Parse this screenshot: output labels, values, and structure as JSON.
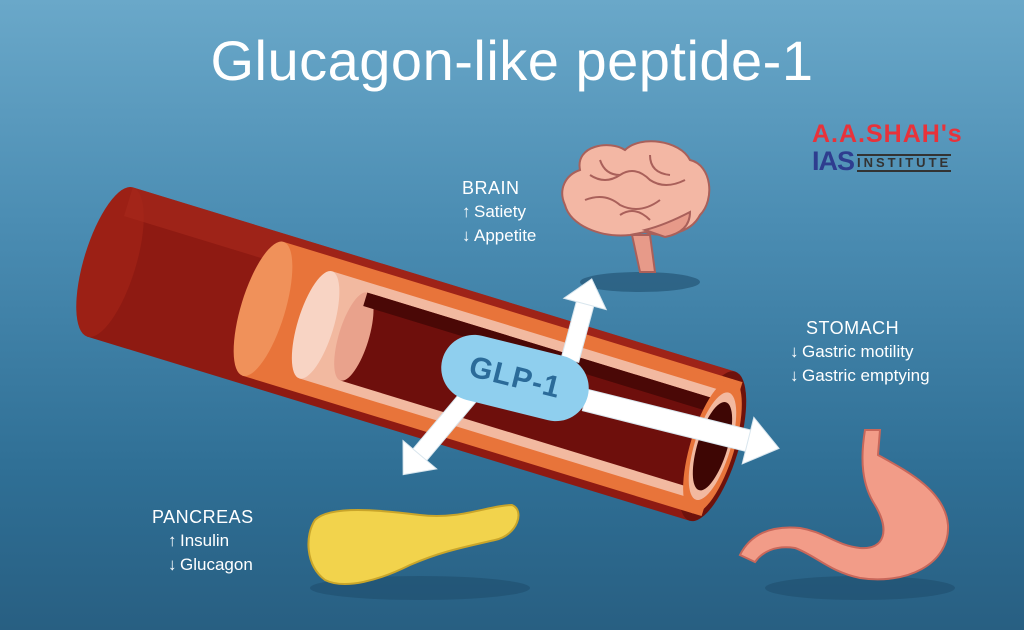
{
  "title": "Glucagon-like peptide-1",
  "logo": {
    "line1": "A.A.SHAH's",
    "ias": "IAS",
    "institute": "INSTITUTE"
  },
  "center_label": "GLP-1",
  "brain": {
    "heading": "BRAIN",
    "effects": [
      {
        "dir": "up",
        "arrow": "↑",
        "text": "Satiety"
      },
      {
        "dir": "down",
        "arrow": "↓",
        "text": "Appetite"
      }
    ]
  },
  "stomach": {
    "heading": "STOMACH",
    "effects": [
      {
        "dir": "down",
        "arrow": "↓",
        "text": "Gastric motility"
      },
      {
        "dir": "down",
        "arrow": "↓",
        "text": "Gastric emptying"
      }
    ]
  },
  "pancreas": {
    "heading": "PANCREAS",
    "effects": [
      {
        "dir": "up",
        "arrow": "↑",
        "text": "Insulin"
      },
      {
        "dir": "down",
        "arrow": "↓",
        "text": "Glucagon"
      }
    ]
  }
}
